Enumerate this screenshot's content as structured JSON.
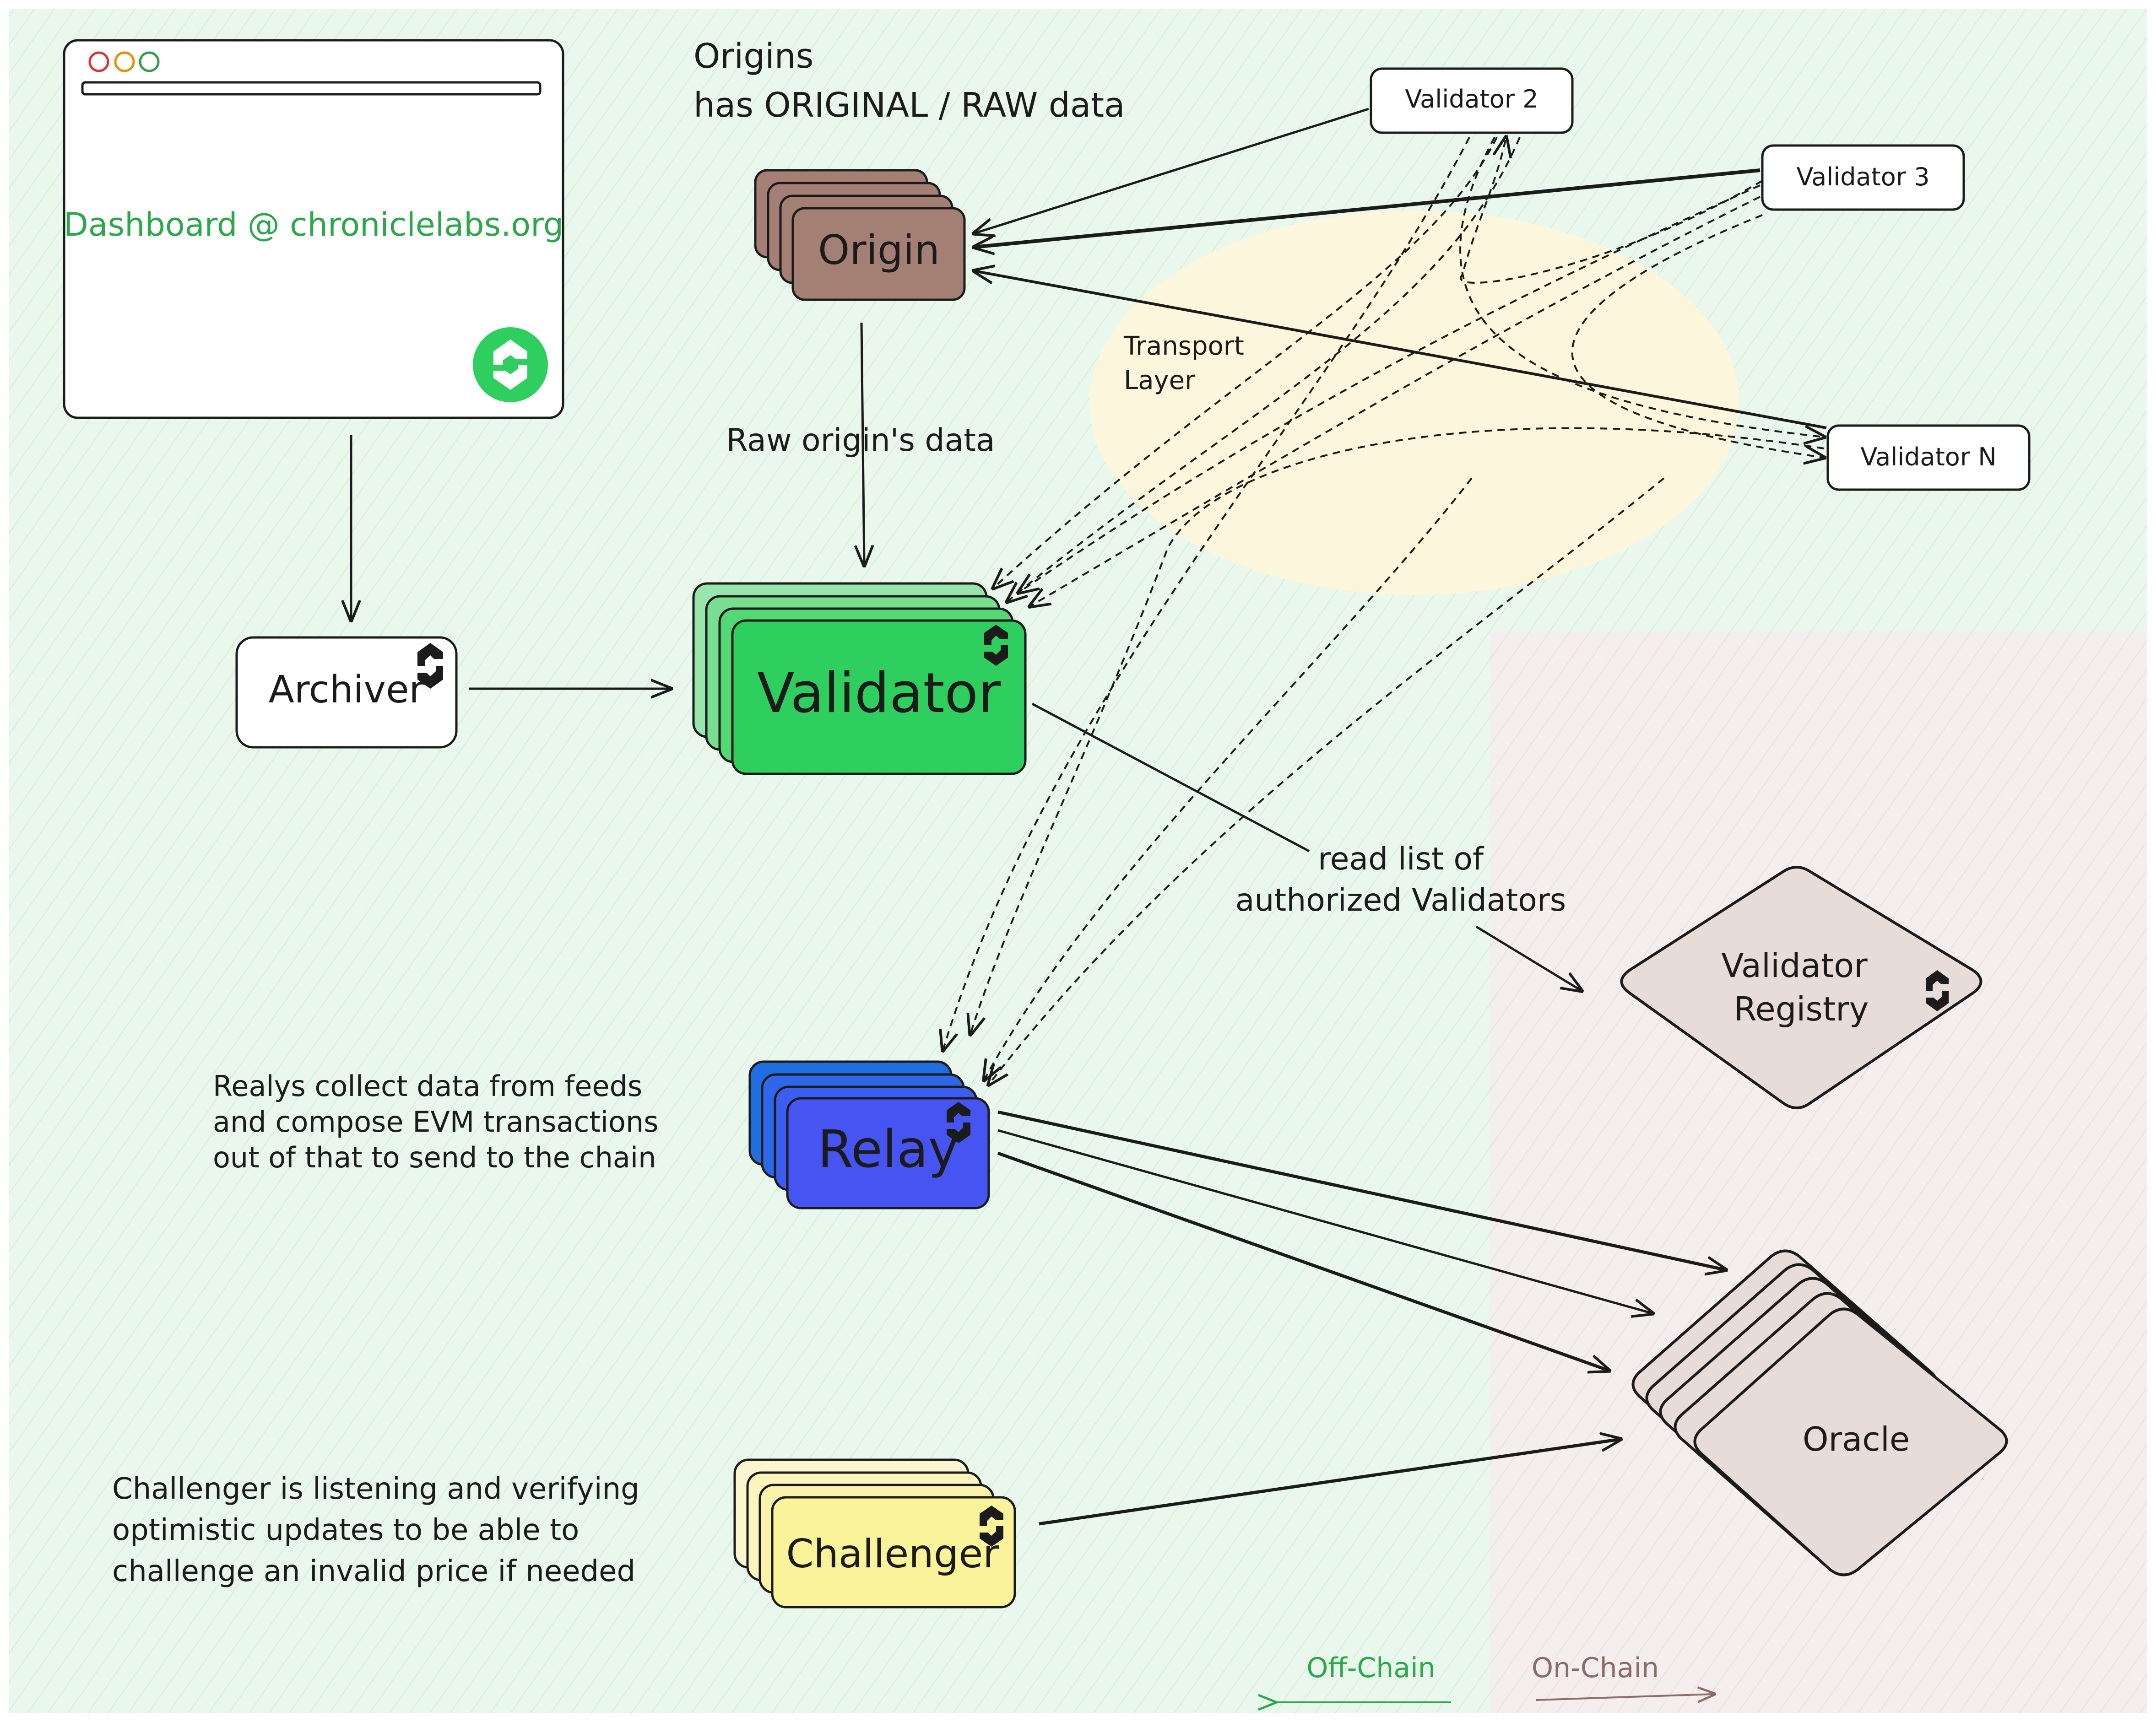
{
  "dashboard": {
    "label": "Dashboard @ chroniclelabs.org"
  },
  "origins_note": {
    "line1": "Origins",
    "line2": "has ORIGINAL / RAW data"
  },
  "origin": {
    "label": "Origin"
  },
  "validators": {
    "v2": "Validator 2",
    "v3": "Validator 3",
    "vn": "Validator N"
  },
  "transport_layer": {
    "line1": "Transport",
    "line2": "Layer"
  },
  "raw_data_label": "Raw origin's data",
  "archiver": {
    "label": "Archiver"
  },
  "validator": {
    "label": "Validator"
  },
  "read_list_label": {
    "line1": "read list of",
    "line2": "authorized Validators"
  },
  "validator_registry": {
    "line1": "Validator",
    "line2": "Registry"
  },
  "relay": {
    "label": "Relay",
    "note_line1": "Realys collect data from feeds",
    "note_line2": "and compose EVM transactions",
    "note_line3": "out of that to send to the chain"
  },
  "oracle": {
    "label": "Oracle"
  },
  "challenger": {
    "label": "Challenger",
    "note_line1": "Challenger is listening and verifying",
    "note_line2": "optimistic updates to be able to",
    "note_line3": "challenge an invalid price if needed"
  },
  "legend": {
    "off_chain": "Off-Chain",
    "on_chain": "On-Chain"
  },
  "colors": {
    "off_chain_zone": "#eaf7ec",
    "on_chain_zone": "#f4eeee",
    "transport_zone": "#fbf6dc",
    "origin": "#a47f73",
    "validator": "#2ecf5e",
    "relay": "#4655f2",
    "challenger": "#fbf39a",
    "registry": "#e8dcd8",
    "oracle": "#e8dcd8",
    "dashboard_text": "#2aa84a",
    "legend_off": "#2aa84a",
    "legend_on": "#8a6e66"
  }
}
